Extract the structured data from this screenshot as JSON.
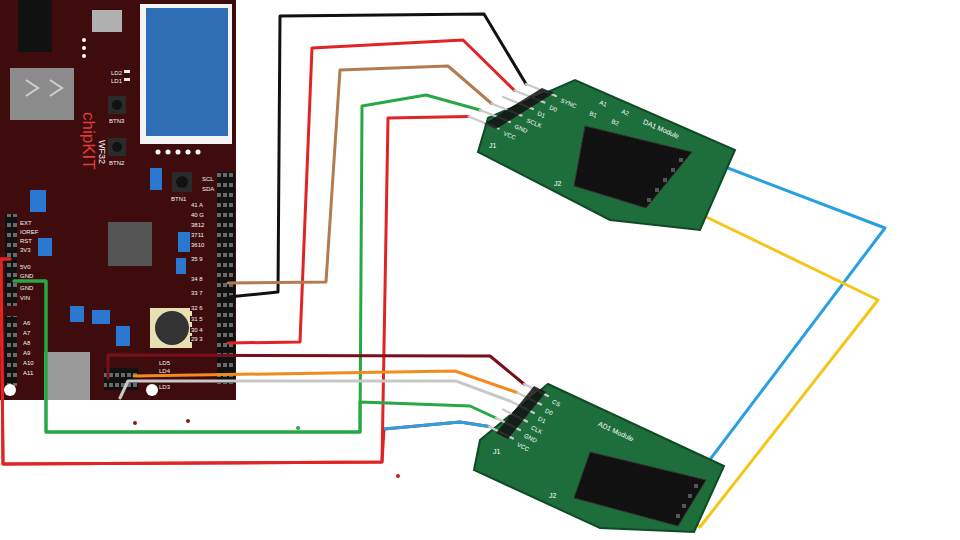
{
  "diagram": {
    "nodes": [
      {
        "text": [
          "chipKIT",
          "WF32"
        ]
      },
      {
        "text": [
          "DA1 Module"
        ]
      },
      {
        "text": [
          "AD1 Module"
        ]
      }
    ],
    "edges": [
      {
        "from": 0,
        "to": 1,
        "arrow": "none"
      },
      {
        "from": 0,
        "to": 1,
        "arrow": "none"
      },
      {
        "from": 0,
        "to": 1,
        "arrow": "none"
      },
      {
        "from": 0,
        "to": 1,
        "arrow": "none"
      },
      {
        "from": 0,
        "to": 1,
        "arrow": "none"
      },
      {
        "from": 0,
        "to": 2,
        "arrow": "none"
      },
      {
        "from": 0,
        "to": 2,
        "arrow": "none"
      },
      {
        "from": 0,
        "to": 2,
        "arrow": "none"
      },
      {
        "from": 0,
        "to": 2,
        "arrow": "none"
      },
      {
        "from": 0,
        "to": 2,
        "arrow": "none"
      },
      {
        "from": 1,
        "to": 2,
        "arrow": "none"
      },
      {
        "from": 1,
        "to": 2,
        "arrow": "none"
      }
    ],
    "labels": [
      "EXT",
      "IOREF",
      "RST",
      "3V3",
      "5V0",
      "GND",
      "GND",
      "VIN",
      "A6",
      "A7",
      "A8",
      "A9",
      "A10",
      "A11",
      "SCL",
      "SDA",
      "41 A",
      "40 G",
      "3812",
      "3711",
      "3610",
      "35 9",
      "34 8",
      "33 7",
      "32 6",
      "31 5",
      "30 4",
      "29 3",
      "BTN3",
      "BTN2",
      "BTN1",
      "LD2",
      "LD1",
      "LD5",
      "LD4",
      "LD3",
      "SYNC",
      "D0",
      "D1",
      "SCLK",
      "GND",
      "VCC",
      "A1",
      "B1",
      "A2",
      "B2",
      "J1",
      "J2",
      "CS",
      "D0",
      "D1",
      "CLK",
      "GND",
      "VCC",
      "J1",
      "J2"
    ]
  }
}
